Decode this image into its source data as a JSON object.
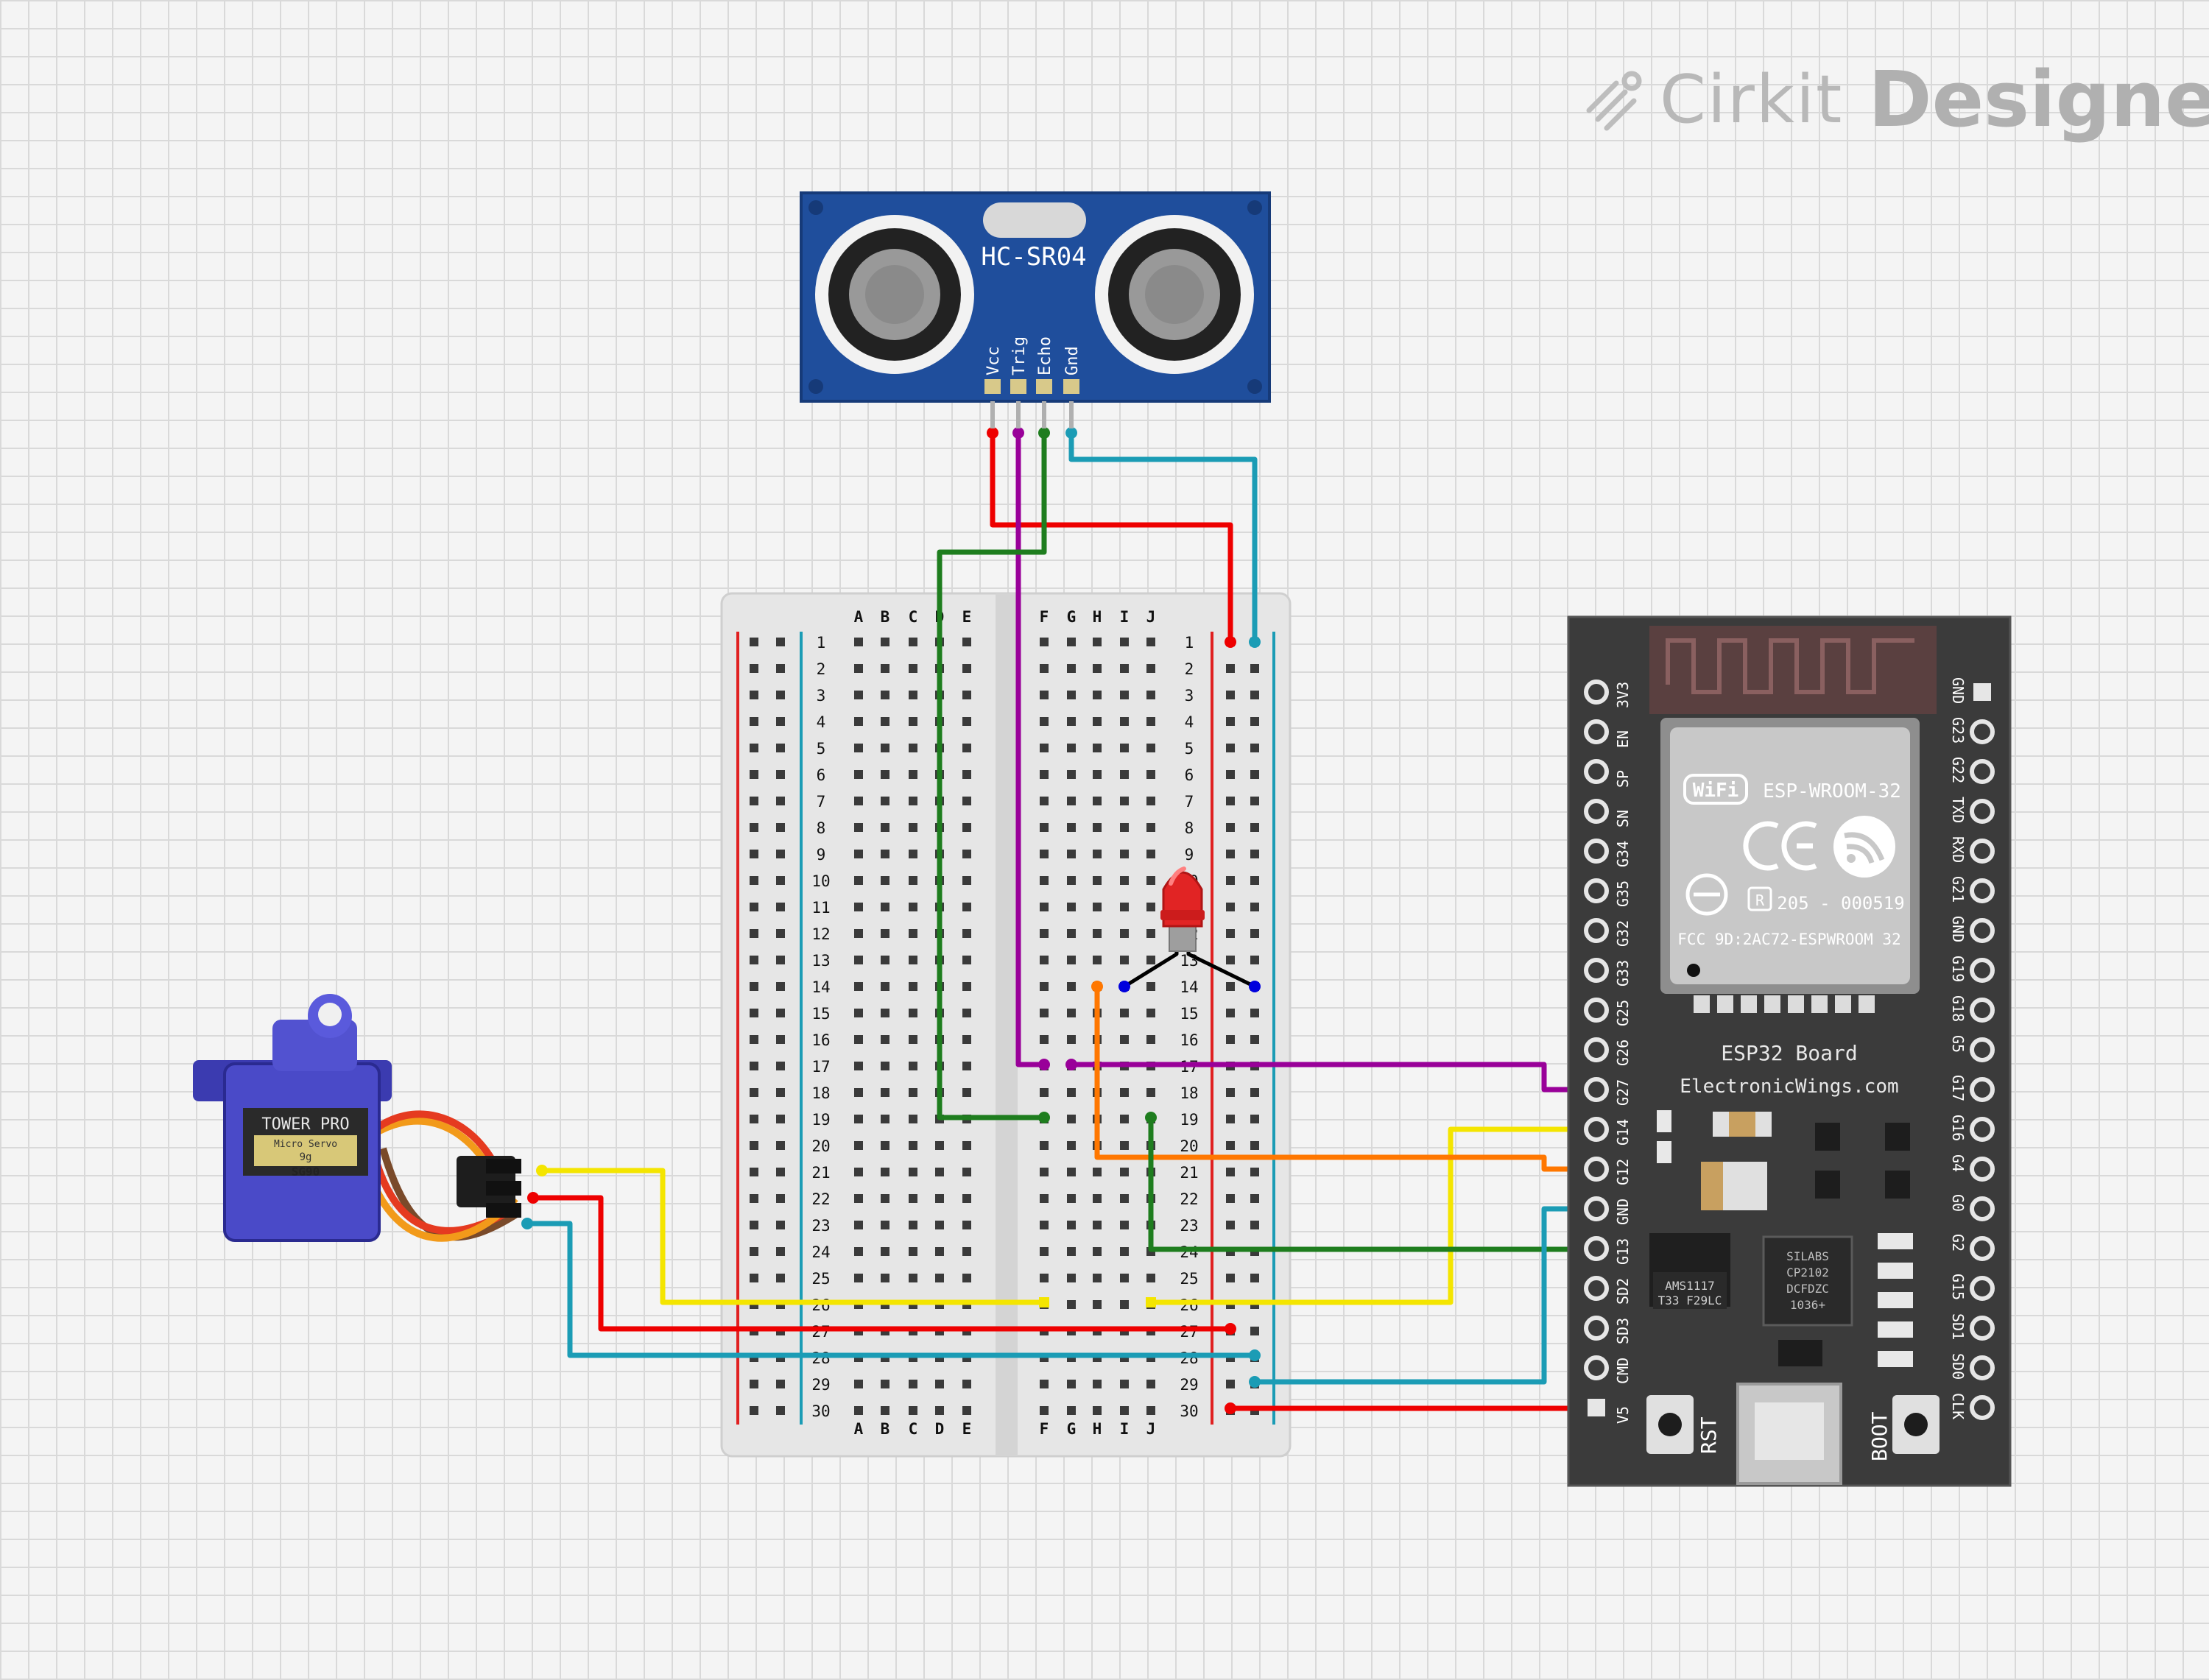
{
  "brand": {
    "name": "Cirkit",
    "suffix": "Designer"
  },
  "sensor": {
    "model": "HC-SR04",
    "pins": [
      "Vcc",
      "Trig",
      "Echo",
      "Gnd"
    ]
  },
  "breadboard": {
    "left_cols": [
      "A",
      "B",
      "C",
      "D",
      "E"
    ],
    "right_cols": [
      "F",
      "G",
      "H",
      "I",
      "J"
    ],
    "rows": [
      "1",
      "2",
      "3",
      "4",
      "5",
      "6",
      "7",
      "8",
      "9",
      "10",
      "11",
      "12",
      "13",
      "14",
      "15",
      "16",
      "17",
      "18",
      "19",
      "20",
      "21",
      "22",
      "23",
      "24",
      "25",
      "26",
      "27",
      "28",
      "29",
      "30"
    ]
  },
  "esp32": {
    "module_label": "ESP-WROOM-32",
    "wifi_label": "WiFi",
    "cert_number": "205 - 000519",
    "fcc_label": "FCC 9D:2AC72-ESPWROOM 32",
    "board_name": "ESP32 Board",
    "vendor": "ElectronicWings.com",
    "left_pins": [
      "3V3",
      "EN",
      "SP",
      "SN",
      "G34",
      "G35",
      "G32",
      "G33",
      "G25",
      "G26",
      "G27",
      "G14",
      "G12",
      "GND",
      "G13",
      "SD2",
      "SD3",
      "CMD",
      "V5"
    ],
    "right_pins": [
      "GND",
      "G23",
      "G22",
      "TXD",
      "RXD",
      "G21",
      "GND",
      "G19",
      "G18",
      "G5",
      "G17",
      "G16",
      "G4",
      "G0",
      "G2",
      "G15",
      "SD1",
      "SD0",
      "CLK"
    ],
    "rst_label": "RST",
    "boot_label": "BOOT",
    "regulator_label": [
      "AMS1117",
      "T33 F29LC"
    ],
    "usb_chip_label": [
      "SILABS",
      "CP2102",
      "DCFDZC",
      "1036+"
    ]
  },
  "servo": {
    "brand": "TOWER PRO",
    "type": "Micro Servo",
    "weight": "9g",
    "model": "SG90"
  },
  "colors": {
    "power": "#ee0000",
    "ground": "#1b9cb5",
    "trig": "#990099",
    "echo": "#1e7d1e",
    "signal": "#f4e500",
    "led_wire": "#ff7700",
    "led_leg": "#000000",
    "board": "#3b3b3b",
    "sensor_pcb": "#1f4e9c"
  }
}
